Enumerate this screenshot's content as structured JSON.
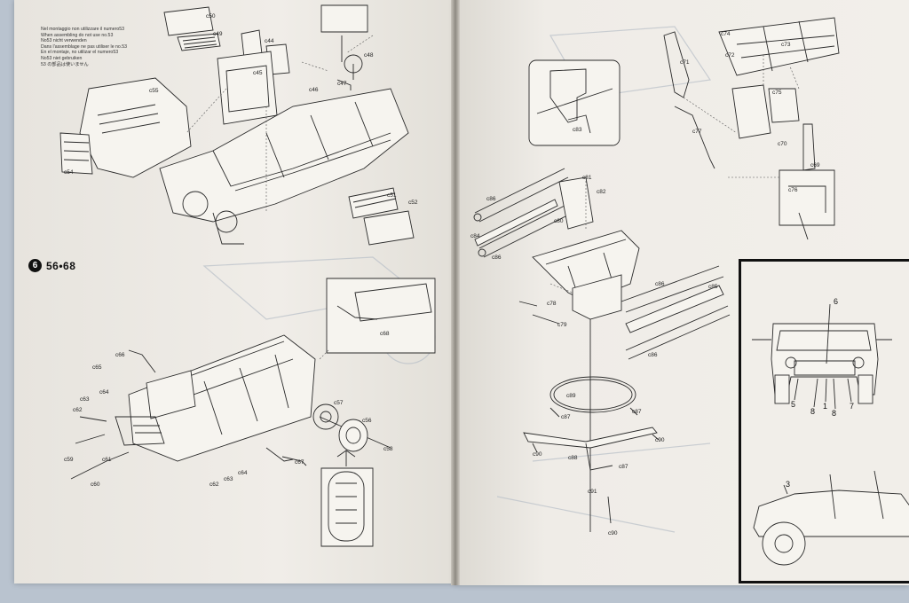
{
  "scene": {
    "subject": "Open model kit instruction booklet",
    "background_color": "#b9c3cf"
  },
  "left_page": {
    "multilingual_note": [
      "Nel montaggio non utilizzare il numero53",
      "When assembling do not use no.53",
      "No53 nicht verwenden",
      "Dans l'assemblage ne pas utiliser le no.53",
      "En el montaje, no utilizar el numero53",
      "No53 niet gebruiken",
      "53 の部品は使いません"
    ],
    "step_number": "6",
    "step_parts": "56•68",
    "part_labels_top": [
      "c50",
      "c49",
      "c44",
      "c45",
      "c48",
      "c47",
      "c46",
      "c55",
      "c54",
      "c51",
      "c52"
    ],
    "part_labels_bottom": [
      "c66",
      "c65",
      "c64",
      "c63",
      "c62",
      "c61",
      "c60",
      "c59",
      "c63",
      "c62",
      "c64",
      "c67",
      "c57",
      "c56",
      "c58",
      "c68"
    ]
  },
  "right_page": {
    "part_labels": [
      "c74",
      "c73",
      "c72",
      "c71",
      "c75",
      "c77",
      "c70",
      "c69",
      "c76",
      "c83",
      "c81",
      "c82",
      "c86",
      "c84",
      "c80",
      "c86",
      "c78",
      "c79",
      "c86",
      "c85",
      "c86",
      "c89",
      "c87",
      "c87",
      "c90",
      "c88",
      "c87",
      "c90",
      "c91",
      "c90"
    ],
    "boxed_view_labels": {
      "front": [
        "6",
        "5",
        "8",
        "1",
        "8",
        "7"
      ],
      "side": [
        "3"
      ]
    }
  }
}
